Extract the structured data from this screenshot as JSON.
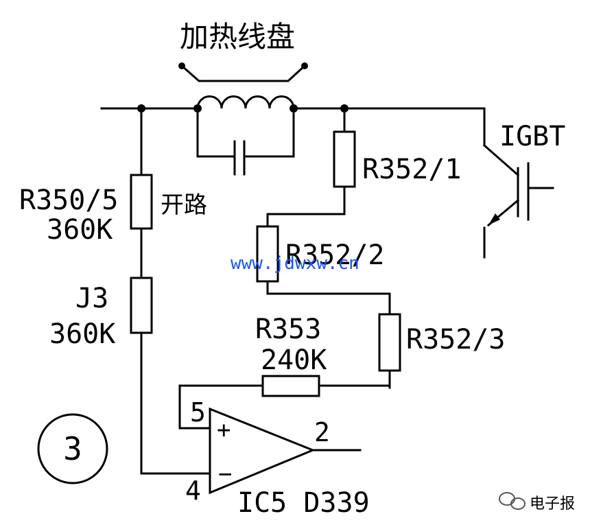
{
  "title": "加热线盘",
  "components": {
    "igbt": "IGBT",
    "r352_1": "R352/1",
    "r352_2": "R352/2",
    "r352_3": "R352/3",
    "r350_name": "R350/5",
    "r350_value": "360K",
    "r350_note": "开路",
    "j3_name": "J3",
    "j3_value": "360K",
    "r353_name": "R353",
    "r353_value": "240K",
    "pin_plus_num": "5",
    "pin_minus_num": "4",
    "pin_out_num": "2",
    "plus_sign": "+",
    "minus_sign": "−",
    "ic_name": "IC5 D339"
  },
  "circle_number": "3",
  "watermark": "www.jdwxw.cn",
  "source_label": "电子报",
  "colors": {
    "line": "#000000",
    "watermark": "#1a56ff",
    "background": "#ffffff"
  }
}
